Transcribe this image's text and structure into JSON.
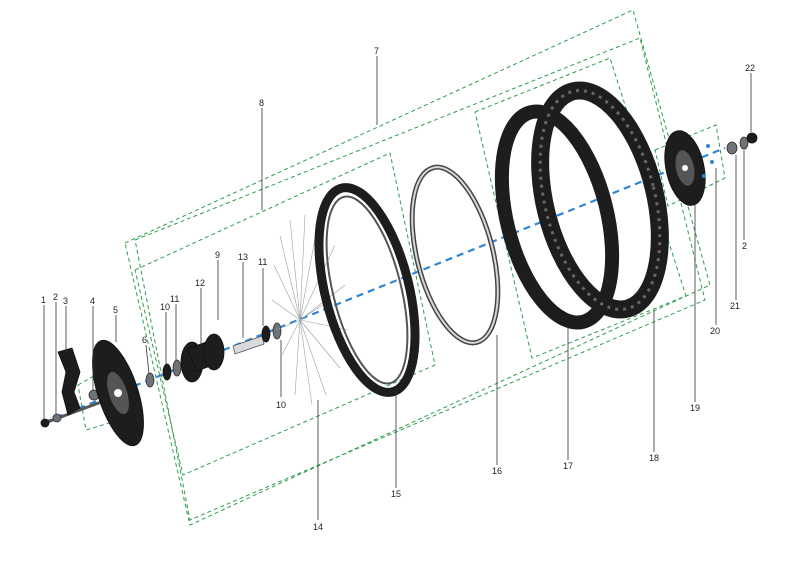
{
  "diagram": {
    "callouts": [
      {
        "id": "c1",
        "label": "1"
      },
      {
        "id": "c2a",
        "label": "2"
      },
      {
        "id": "c3",
        "label": "3"
      },
      {
        "id": "c4",
        "label": "4"
      },
      {
        "id": "c5",
        "label": "5"
      },
      {
        "id": "c6",
        "label": "6"
      },
      {
        "id": "c7",
        "label": "7"
      },
      {
        "id": "c8",
        "label": "8"
      },
      {
        "id": "c9",
        "label": "9"
      },
      {
        "id": "c10a",
        "label": "10"
      },
      {
        "id": "c10b",
        "label": "10"
      },
      {
        "id": "c11a",
        "label": "11"
      },
      {
        "id": "c11b",
        "label": "11"
      },
      {
        "id": "c12",
        "label": "12"
      },
      {
        "id": "c13",
        "label": "13"
      },
      {
        "id": "c14",
        "label": "14"
      },
      {
        "id": "c15",
        "label": "15"
      },
      {
        "id": "c16",
        "label": "16"
      },
      {
        "id": "c17",
        "label": "17"
      },
      {
        "id": "c18",
        "label": "18"
      },
      {
        "id": "c19",
        "label": "19"
      },
      {
        "id": "c20",
        "label": "20"
      },
      {
        "id": "c21",
        "label": "21"
      },
      {
        "id": "c2b",
        "label": "2"
      },
      {
        "id": "c22",
        "label": "22"
      }
    ],
    "colors": {
      "group_outline": "#2e9e4a",
      "axis_line": "#2f86d6",
      "part_dark": "#1d1d1d",
      "part_metal": "#6f7378"
    }
  }
}
